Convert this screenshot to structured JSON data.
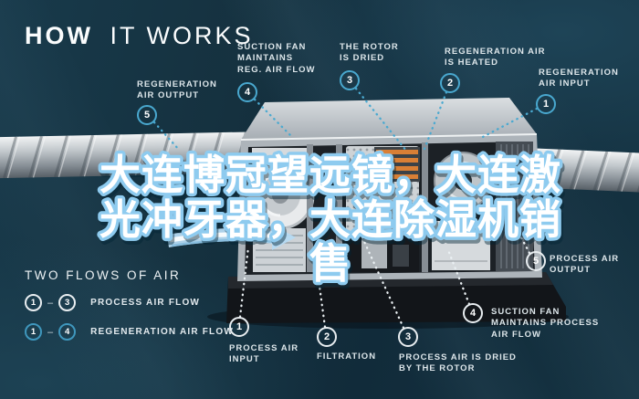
{
  "title": {
    "bold": "HOW",
    "light": "IT WORKS"
  },
  "overlay": {
    "text": "大连博冠望远镜，大连激光冲牙器，大连除湿机销售",
    "lines": [
      "大连博冠望远镜，大连激",
      "光冲牙器，大连除湿机销",
      "售"
    ]
  },
  "callouts": {
    "regeneration_air_output": {
      "num": "5",
      "text": "REGENERATION\nAIR OUTPUT"
    },
    "suction_fan_reg": {
      "num": "4",
      "text": "SUCTION FAN\nMAINTAINS\nREG. AIR FLOW"
    },
    "rotor_dried": {
      "num": "3",
      "text": "THE ROTOR\nIS DRIED"
    },
    "regeneration_air_heated": {
      "num": "2",
      "text": "REGENERATION AIR\nIS HEATED"
    },
    "regeneration_air_input": {
      "num": "1",
      "text": "REGENERATION\nAIR INPUT"
    },
    "process_air_input": {
      "num": "1",
      "text": "PROCESS AIR\nINPUT"
    },
    "filtration": {
      "num": "2",
      "text": "FILTRATION"
    },
    "process_air_dried": {
      "num": "3",
      "text": "PROCESS AIR IS DRIED\nBY THE ROTOR"
    },
    "suction_fan_process": {
      "num": "4",
      "text": "SUCTION FAN\nMAINTAINS PROCESS\nAIR FLOW"
    },
    "process_air_output": {
      "num": "5",
      "text": "PROCESS AIR\nOUTPUT"
    }
  },
  "legend": {
    "title": "TWO FLOWS OF AIR",
    "separator": "–",
    "rows": [
      {
        "from": "1",
        "to": "3",
        "label": "PROCESS AIR FLOW"
      },
      {
        "from": "1",
        "to": "4",
        "label": "REGENERATION AIR FLOW"
      }
    ]
  },
  "colors": {
    "background": "#15313f",
    "accent_cyan": "#49a8cf",
    "label_white": "#e6edf1",
    "heater_orange": "#d97f35",
    "overlay_fill": "#ffffff",
    "overlay_stroke": "#8ecbef"
  }
}
